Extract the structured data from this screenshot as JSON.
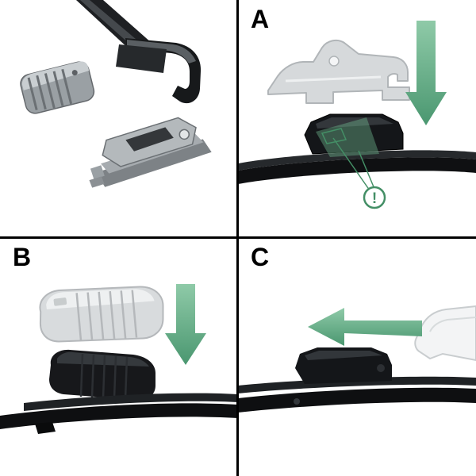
{
  "figure": {
    "type": "wiper-blade-installation-instructions",
    "panels": [
      {
        "id": "parts",
        "label": ""
      },
      {
        "id": "step-a",
        "label": "A"
      },
      {
        "id": "step-b",
        "label": "B"
      },
      {
        "id": "step-c",
        "label": "C"
      }
    ],
    "warning": {
      "symbol": "!"
    },
    "colors": {
      "background": "#ffffff",
      "divider": "#000000",
      "accent_green": "#57a97c",
      "accent_green_dark": "#448f66",
      "ghost_grey": "#d4d8da",
      "part_grey": "#9aa0a4",
      "part_black": "#121316"
    }
  }
}
